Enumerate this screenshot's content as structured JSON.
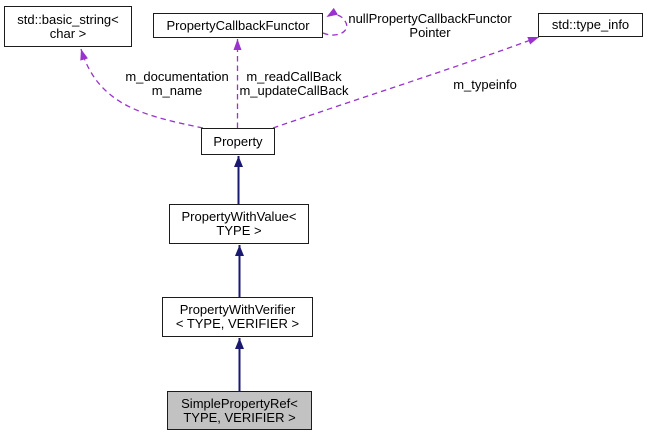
{
  "diagram": {
    "colors": {
      "inheritance_edge": "#191970",
      "usage_edge": "#9a32cd",
      "node_border": "#1c1c1c",
      "node_fill": "#ffffff",
      "current_node_fill": "#c2c2c2"
    },
    "nodes": {
      "basic_string": {
        "lines": [
          "std::basic_string<",
          "char >"
        ]
      },
      "property_callback_functor": {
        "lines": [
          "PropertyCallbackFunctor"
        ]
      },
      "type_info": {
        "lines": [
          "std::type_info"
        ]
      },
      "property": {
        "lines": [
          "Property"
        ]
      },
      "property_with_value": {
        "lines": [
          "PropertyWithValue<",
          "TYPE >"
        ]
      },
      "property_with_verifier": {
        "lines": [
          "PropertyWithVerifier",
          "< TYPE, VERIFIER >"
        ]
      },
      "simple_property_ref": {
        "lines": [
          "SimplePropertyRef<",
          "TYPE, VERIFIER >"
        ]
      }
    },
    "edge_labels": {
      "documentation": {
        "lines": [
          "m_documentation",
          "m_name"
        ]
      },
      "callbacks": {
        "lines": [
          "m_readCallBack",
          "m_updateCallBack"
        ]
      },
      "null_pointer": {
        "lines": [
          "nullPropertyCallbackFunctor",
          "Pointer"
        ]
      },
      "typeinfo": {
        "lines": [
          "m_typeinfo"
        ]
      }
    }
  }
}
